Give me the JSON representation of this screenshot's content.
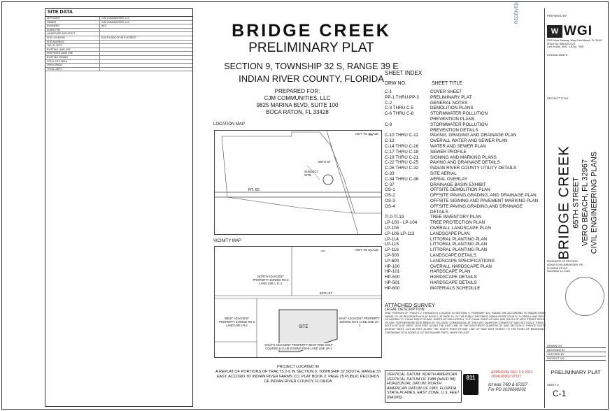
{
  "title": {
    "line1": "BRIDGE CREEK",
    "line2": "PRELIMINARY PLAT",
    "line3": "SECTION 9, TOWNSHIP 32 S, RANGE 39 E",
    "line4": "INDIAN RIVER COUNTY, FLORIDA"
  },
  "prepared_for": {
    "label": "PREPARED FOR:",
    "company": "CJM COMMUNITIES, LLC",
    "address1": "9825 MARINA BLVD, SUITE 100",
    "address2": "BOCA RATON, FL 33428"
  },
  "site_data": {
    "heading": "SITE DATA",
    "rows": [
      {
        "k": "APPLICANT",
        "v": "CJM COMMUNITIES, LLC"
      },
      {
        "k": "OWNER",
        "v": "CJM COMMUNITIES, LLC"
      },
      {
        "k": "ENGINEER",
        "v": "WGI"
      },
      {
        "k": "SURVEYOR",
        "v": ""
      },
      {
        "k": "LANDSCAPE ARCHITECT",
        "v": ""
      },
      {
        "k": "SITE LOCATION",
        "v": "SOUTH SIDE OF 65TH STREET"
      },
      {
        "k": "SITE ADDRESS",
        "v": ""
      },
      {
        "k": "TAX I.D. NO'S",
        "v": ""
      },
      {
        "k": "EXISTING LAND USE",
        "v": ""
      },
      {
        "k": "PROPOSED LAND USE",
        "v": ""
      },
      {
        "k": "EXISTING ZONING",
        "v": ""
      },
      {
        "k": "TOTAL SITE AREA",
        "v": ""
      },
      {
        "k": "OPEN SPACE",
        "v": ""
      },
      {
        "k": "TOTAL UNITS",
        "v": ""
      }
    ]
  },
  "maps": {
    "location_label": "LOCATION MAP",
    "vicinity_label": "VICINITY MAP",
    "not_to_scale": "NOT TO SCALE",
    "loc_rt60": "RT. 60",
    "loc_subject": "SUBJECT SITE",
    "loc_65th": "65TH ST",
    "vic_site": "SITE",
    "vic_65th": "65TH ST",
    "vic_north": "NORTH ADJACENT PROPERTY ZONING RS-3 LAND USE L.R.-1",
    "vic_west": "WEST ADJACENT PROPERTY ZONING RS-3 LAND USE LR-1",
    "vic_east": "EAST ADJACENT PROPERTY ZONING RS-6 LAND USE LR-2",
    "vic_south": "SOUTH ADJACENT PROPERTY BENT PINE GOLF COURSE & CLUB ZONING RM-6 LAND USE LR-1"
  },
  "project_location": {
    "label": "PROJECT LOCATED IN",
    "text": "A REPLAT OF PORTIONS OF TRACTS 2-6 IN SECTION 9, TOWNSHIP 32 SOUTH, RANGE 33 EAST, ACCORD TO INDIAN RIVER FARMS CO. PLAT BOOK 2, PAGE 25 PUBLIC RECORDS OF INDIAN RIVER COUNTY, FLORIDA"
  },
  "sheet_index": {
    "heading": "SHEET INDEX",
    "col1": "DRW NO.",
    "col2": "SHEET TITLE",
    "rows": [
      {
        "n": "C-1",
        "t": "COVER SHEET"
      },
      {
        "n": "PP-1 THRU PP-3",
        "t": "PRELIMINARY PLAT"
      },
      {
        "n": "C-2",
        "t": "GENERAL NOTES"
      },
      {
        "n": "C-3 THRU C-5",
        "t": "DEMOLITION PLANS"
      },
      {
        "n": "C-6 THRU C-8",
        "t": "STORMWATER POLLUTION"
      },
      {
        "n": "",
        "t": "PREVENTION PLANS"
      },
      {
        "n": "C-9",
        "t": "STORMWATER POLLUTION"
      },
      {
        "n": "",
        "t": "PREVENTION DETAILS"
      },
      {
        "n": "C-10 THRU C-12",
        "t": "PAVING, GRADING AND DRAINAGE PLAN"
      },
      {
        "n": "C-13",
        "t": "OVERALL WATER AND SEWER PLAN"
      },
      {
        "n": "C-14 THRU C-16",
        "t": "WATER AND SEWER PLAN"
      },
      {
        "n": "C-17 THRU C-18",
        "t": "SEWER PROFILE"
      },
      {
        "n": "C-19 THRU C-21",
        "t": "SIGNING AND MARKING PLANS"
      },
      {
        "n": "C-22 THRU C-25",
        "t": "PAVING AND DRAINAGE DETAILS"
      },
      {
        "n": "C-26 THRU C-32",
        "t": "INDIAN RIVER COUNTY UTILITY DETAILS"
      },
      {
        "n": "C-33",
        "t": "SITE AERIAL"
      },
      {
        "n": "C-34 THRU C-36",
        "t": "AERIAL OVERLAY"
      },
      {
        "n": "C-37",
        "t": "DRAINAGE BASIN EXHIBIT"
      },
      {
        "n": "OS-1",
        "t": "OFFSITE DEMOLITION PLAN"
      },
      {
        "n": "OS-2",
        "t": "OFFSITE PAVING,GRADING, AND DRAINAGE PLAN"
      },
      {
        "n": "OS-3",
        "t": "OFFSITE SIGNING AND PAVEMENT MARKING PLAN"
      },
      {
        "n": "OS-4",
        "t": "OFFSITE PAVING,GRADING,AND DRAINAGE"
      },
      {
        "n": "",
        "t": "DETAILS"
      },
      {
        "n": "TI.0-TI.19",
        "t": "TREE INVENTORY PLAN"
      },
      {
        "n": "LP-100 - LP-104",
        "t": "TREE PROTECTION PLAN"
      },
      {
        "n": "LP-105",
        "t": "OVERALL LANDSCAPE PLAN"
      },
      {
        "n": "LP-106-LP-113",
        "t": "LANDSCAPE PLAN"
      },
      {
        "n": "LP-114",
        "t": "LITTORAL PLANTING PLAN"
      },
      {
        "n": "LP-115",
        "t": "LITTORAL PLANTING PLAN"
      },
      {
        "n": "LP-116",
        "t": "LITTORAL PLANTING PLAN"
      },
      {
        "n": "LP-500",
        "t": "LANDSCAPE DETAILS"
      },
      {
        "n": "LP-600",
        "t": "LANDSCAPE SPECIFICATIONS"
      },
      {
        "n": "HP-100",
        "t": "OVERALL HARDSCAPE PLAN"
      },
      {
        "n": "HP-101",
        "t": "HARDSCAPE PLAN"
      },
      {
        "n": "HP-500",
        "t": "HARDSCAPE DETAILS"
      },
      {
        "n": "HP-501",
        "t": "HARDSCAPE DETAILS"
      },
      {
        "n": "HP-600",
        "t": "MATERIALS SCHEDULE"
      }
    ],
    "attached": "ATTACHED SURVEY"
  },
  "legal": {
    "heading": "LEGAL DESCRIPTION:",
    "text": "THAT PORTION OF TRACTS 2 THROUGH 6 LOCATED IN SECTION 9, TOWNSHIP 32S, RANGE 39E ACCORDING TO INDIAN RIVER FARMS CO. AS RECORDED IN PLAT BOOK 2, AT PAGE 25, OF THE PUBLIC RECORDS, INDIAN RIVER COUNTY, FLORIDA LYING WEST OF LATERAL \"G\" CANAL RIGHT-OF-WAY, NORTH OF SUB-LATERAL \"G-2\" CANAL RIGHT-OF-WAY, AND SOUTH OF 65TH STREET RIGHT-OF-WAY. FURTHERMORE DESCRIBED AS FOLLOWS: COMMENCING AT THE EAST QUARTER CORNER OF SAID SECTION 9; THENCE SOUTH 00°11'45\" WEST, 30.00 FEET ALONG THE EAST LINE OF THE SOUTHEAST QUARTER OF SAID SECTION 9; THENCE SOUTH 89°40'38\" WEST, 1473.46 FEET ALONG THE SOUTH RIGHT-OF-WAY LINE OF SAID 65TH STREET TO THE POINT OF BEGINNING; CONTAINING 30.24 ACRES (1,317,503 SQUARE FEET), MORE OR LESS."
  },
  "datum": {
    "vertical": "VERTICAL DATUM: NORTH AMERICAN VERTICAL DATUM OF 1988 (NAVD 88)",
    "horizontal": "HORIZONTAL DATUM: NORTH AMERICAN DATUM OF 1983, FLORIDA STATE PLANES, EAST ZONE, U.S. FEET (NAD83)"
  },
  "badge_811": "811",
  "stamp": {
    "approval": "APPROVAL DEC 0 9 2022",
    "number": "2004100062 97237"
  },
  "handwritten": {
    "line1": "Ist was 7/80 & 87227",
    "line2": "For PD 2020060202"
  },
  "received": "RECEIVED",
  "firm": {
    "prepared_by": "PREPARED BY:",
    "logo_mark": "W",
    "logo_text": "WGI",
    "address": "2035 Vista Parkway, West Palm Beach, FL 33411",
    "phone": "Phone No. 866.909.2220",
    "license": "Cert of Auth. 6091 · LB No. 7055",
    "consultants": "CONSULTANTS"
  },
  "project_title": {
    "label": "PROJECT TITLE",
    "name": "BRIDGE CREEK",
    "street": "65TH STREET",
    "city": "VERO BEACH, FL 32967",
    "type": "CIVIL ENGINEERING PLANS"
  },
  "engineer": {
    "label": "ENGINEER OF RECORD:",
    "name": "ADAM SCHLUMBERGER, PE",
    "license": "FLORIDA PE NO.",
    "date": "November 11, 2022"
  },
  "revisions": {
    "drawn_on": "DRAWN ON",
    "designed_by": "DESIGNED BY",
    "checked_by": "CHECKED BY",
    "project_no": "PROJECT NO."
  },
  "sheet": {
    "title": "PRELIMINARY PLAT",
    "number_label": "SHEET #",
    "number": "C-1"
  }
}
